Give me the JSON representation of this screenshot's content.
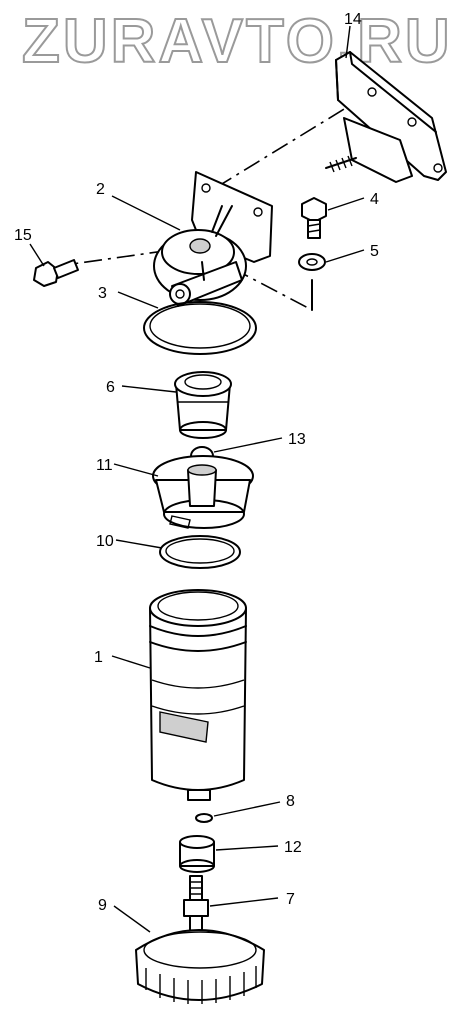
{
  "watermark": "ZURAVTO.RU",
  "callouts": [
    {
      "id": "1",
      "label": "1"
    },
    {
      "id": "2",
      "label": "2"
    },
    {
      "id": "3",
      "label": "3"
    },
    {
      "id": "4",
      "label": "4"
    },
    {
      "id": "5",
      "label": "5"
    },
    {
      "id": "6",
      "label": "6"
    },
    {
      "id": "7",
      "label": "7"
    },
    {
      "id": "8",
      "label": "8"
    },
    {
      "id": "9",
      "label": "9"
    },
    {
      "id": "10",
      "label": "10"
    },
    {
      "id": "11",
      "label": "11"
    },
    {
      "id": "12",
      "label": "12"
    },
    {
      "id": "13",
      "label": "13"
    },
    {
      "id": "14",
      "label": "14"
    },
    {
      "id": "15",
      "label": "15"
    }
  ]
}
